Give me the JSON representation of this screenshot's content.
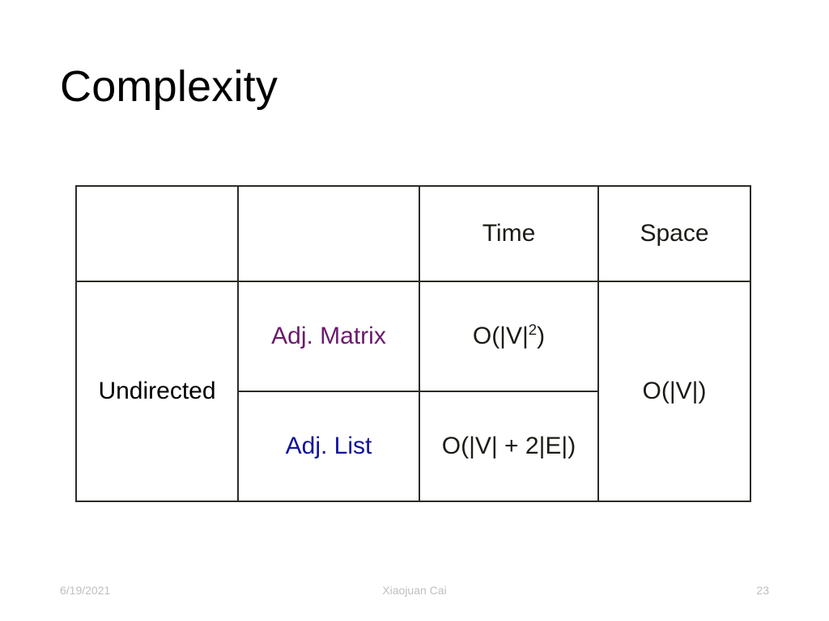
{
  "slide": {
    "title": "Complexity"
  },
  "table": {
    "columns": [
      "",
      "",
      "Time",
      "Space"
    ],
    "header": {
      "col1": "",
      "col2": "",
      "time": "Time",
      "space": "Space"
    },
    "row_label": "Undirected",
    "rows": [
      {
        "representation": "Adj. Matrix",
        "representation_color": "#6b1a6b",
        "time_base": "O(|V|",
        "time_exponent": "2",
        "time_suffix": ")",
        "time_full": "O(|V|2)"
      },
      {
        "representation": "Adj. List",
        "representation_color": "#12129c",
        "time_full": "O(|V| + 2|E|)"
      }
    ],
    "space_value": "O(|V|)"
  },
  "footer": {
    "date": "6/19/2021",
    "author": "Xiaojuan Cai",
    "page_number": "23"
  },
  "colors": {
    "border": "#2b2b26",
    "text": "#1c1c16",
    "purple": "#6b1a6b",
    "blue": "#12129c",
    "footer_gray": "#bfbfbf",
    "background": "#ffffff"
  }
}
